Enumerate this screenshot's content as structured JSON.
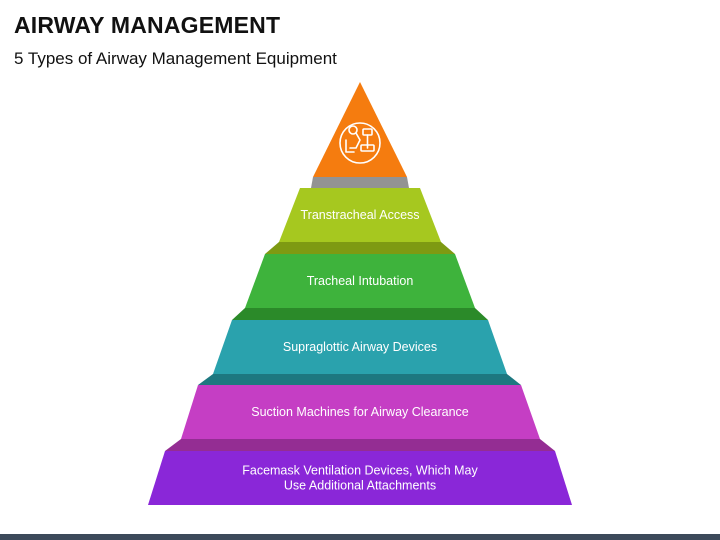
{
  "header": {
    "title": "AIRWAY MANAGEMENT",
    "subtitle": "5 Types of Airway Management Equipment"
  },
  "pyramid": {
    "top_icon": "airway-equipment-icon",
    "top_color": "#f57c0f",
    "levels": [
      {
        "lines": [
          "Transtracheal Access"
        ],
        "color": "#a6c81f",
        "shadow": "#7e9a12"
      },
      {
        "lines": [
          "Tracheal Intubation"
        ],
        "color": "#3eb33c",
        "shadow": "#2b8a29"
      },
      {
        "lines": [
          "Supraglottic Airway Devices"
        ],
        "color": "#2aa2ad",
        "shadow": "#1d7880"
      },
      {
        "lines": [
          "Suction Machines for Airway Clearance"
        ],
        "color": "#c53ec4",
        "shadow": "#942d93"
      },
      {
        "lines": [
          "Facemask Ventilation Devices, Which May",
          "Use Additional Attachments"
        ],
        "color": "#8a27d8",
        "shadow": "#661ca2"
      }
    ]
  }
}
